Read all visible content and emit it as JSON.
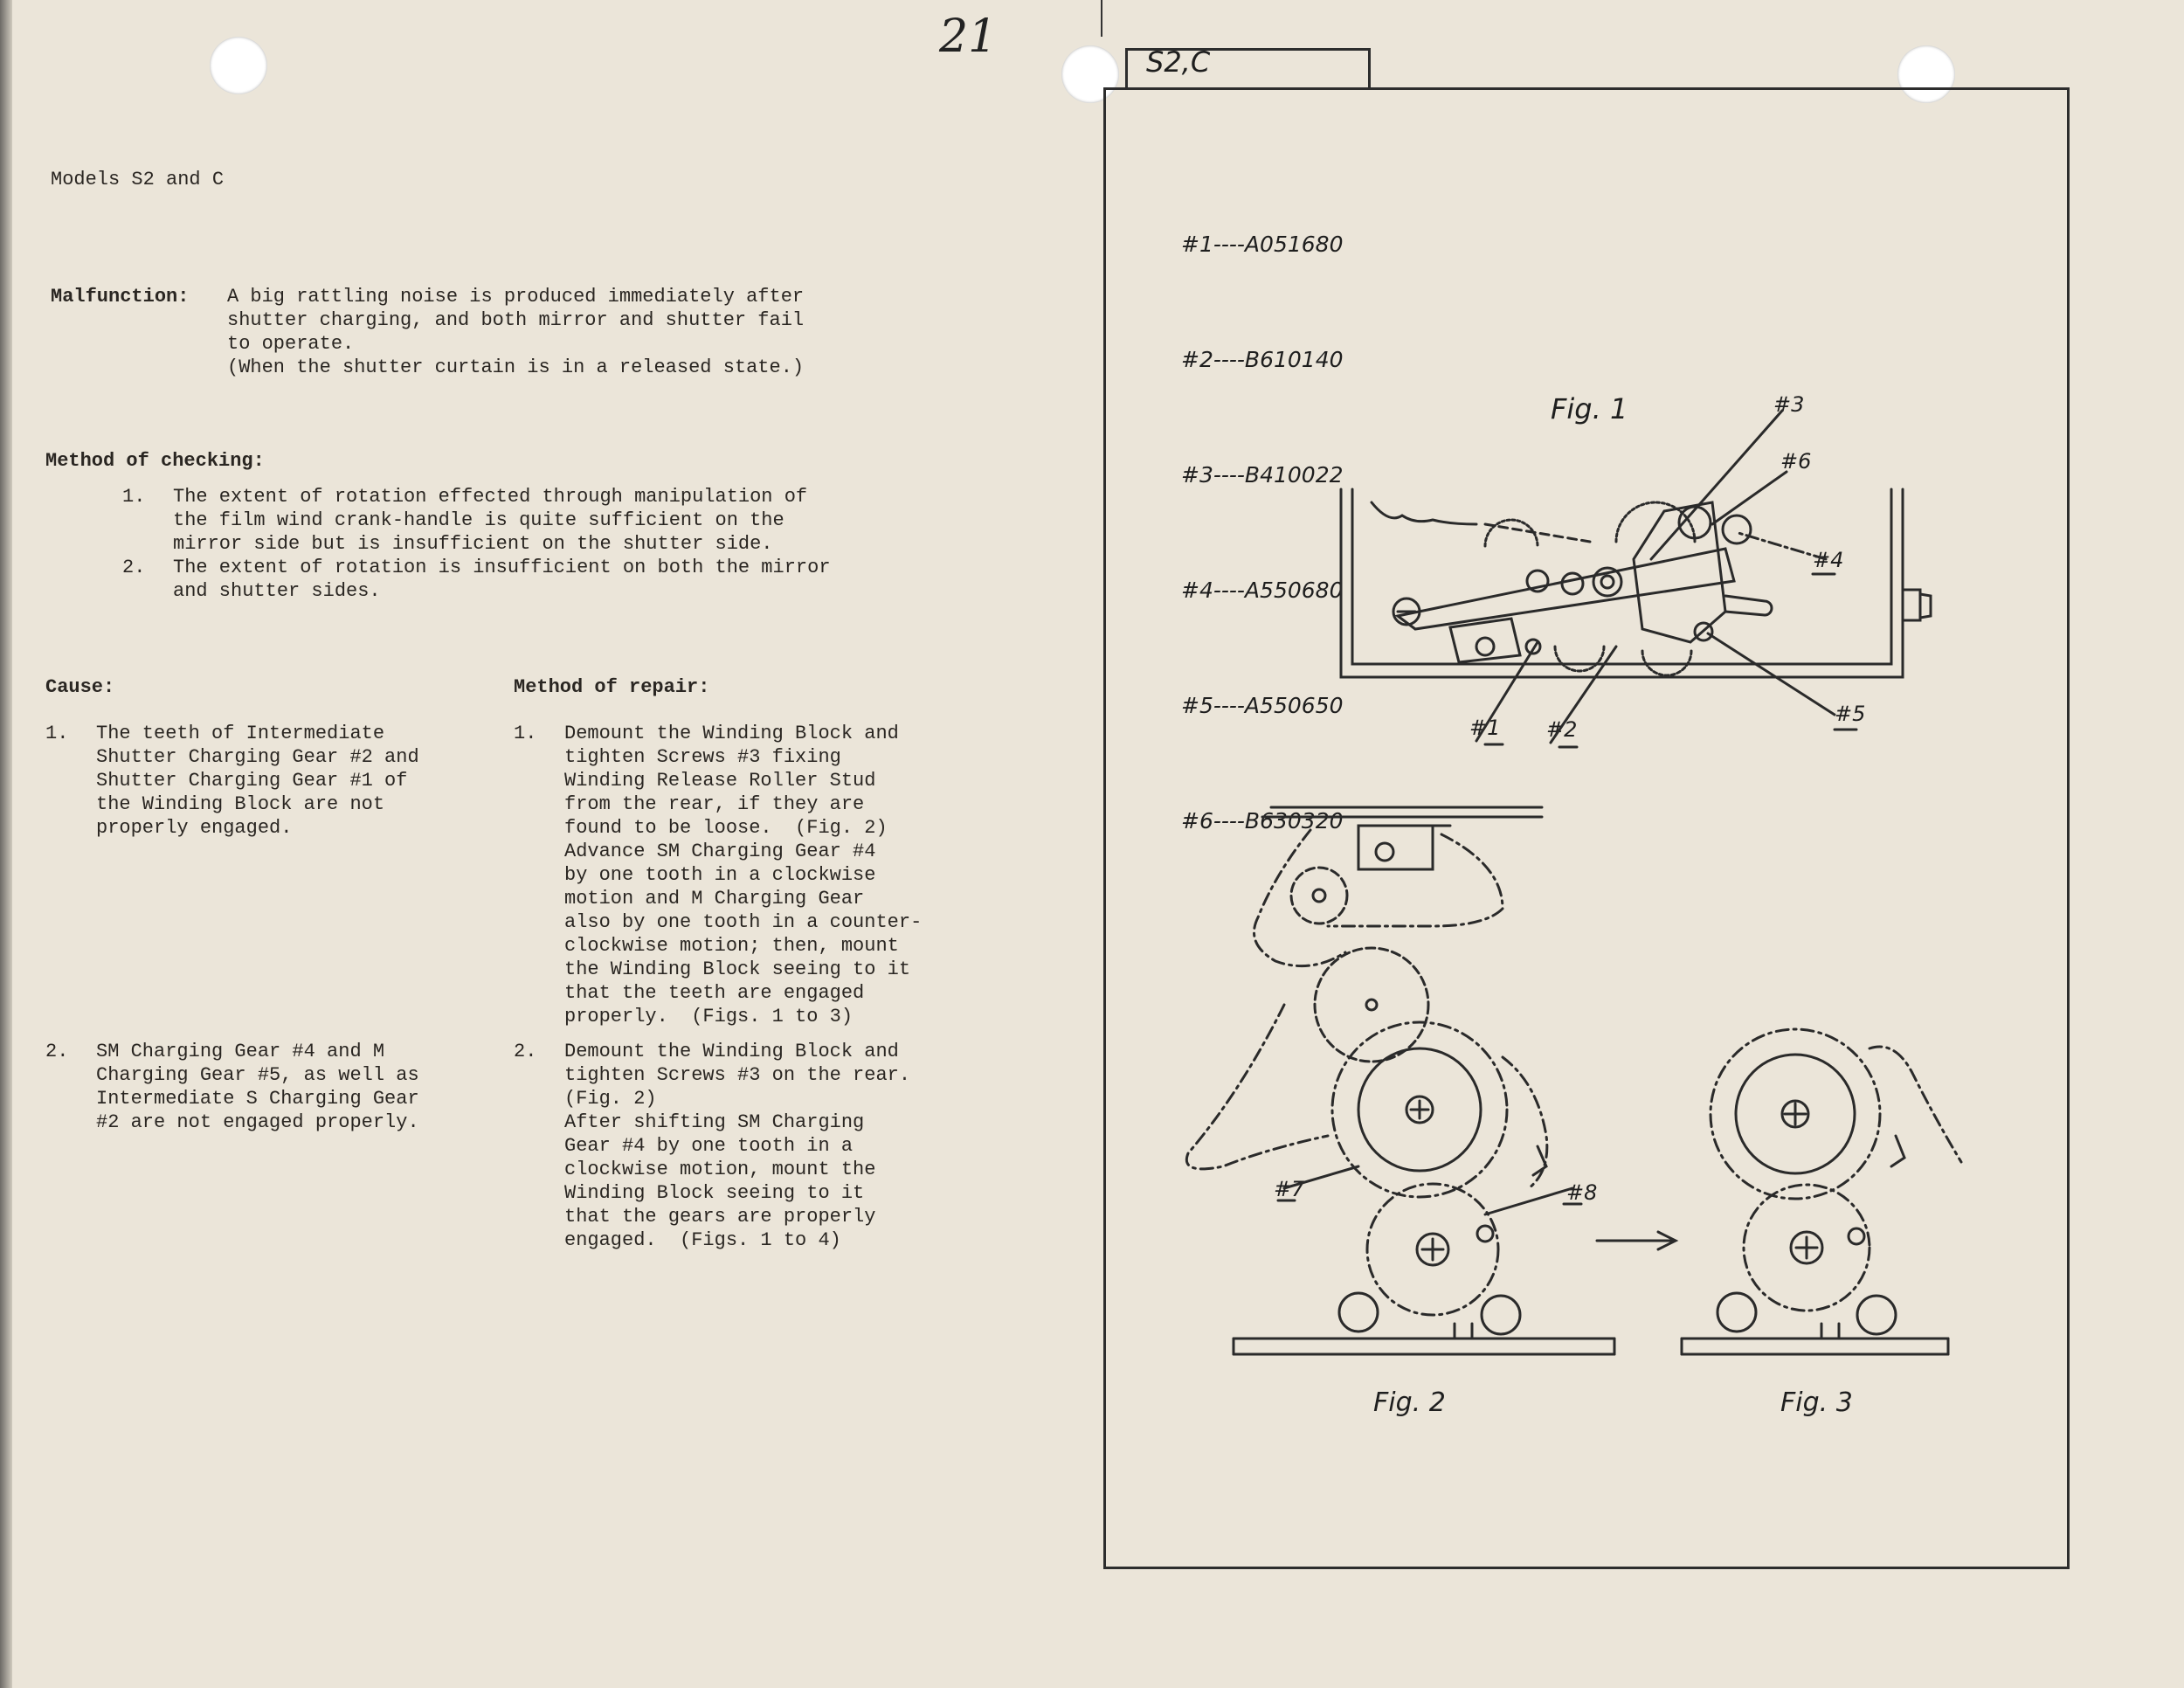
{
  "page_number": "21",
  "models": "Models S2 and C",
  "malfunction": {
    "label": "Malfunction:",
    "lines": [
      "A big rattling noise is produced immediately after",
      "shutter charging, and both mirror and shutter fail",
      "to operate.",
      "(When the shutter curtain is in a released state.)"
    ]
  },
  "checking": {
    "label": "Method of checking:",
    "items": [
      {
        "num": "1.",
        "lines": [
          "The extent of rotation effected through manipulation of",
          "the film wind crank-handle is quite sufficient on the",
          "mirror side but is insufficient on the shutter side."
        ]
      },
      {
        "num": "2.",
        "lines": [
          "The extent of rotation is insufficient on both the mirror",
          "and shutter sides."
        ]
      }
    ]
  },
  "cause": {
    "label": "Cause:",
    "items": [
      {
        "num": "1.",
        "lines": [
          "The teeth of Intermediate",
          "Shutter Charging Gear #2 and",
          "Shutter Charging Gear #1 of",
          "the Winding Block are not",
          "properly engaged."
        ]
      },
      {
        "num": "2.",
        "lines": [
          "SM Charging Gear #4 and M",
          "Charging Gear #5, as well as",
          "Intermediate S Charging Gear",
          "#2 are not engaged properly."
        ]
      }
    ]
  },
  "repair": {
    "label": "Method of repair:",
    "items": [
      {
        "num": "1.",
        "lines": [
          "Demount the Winding Block and",
          "tighten Screws #3 fixing",
          "Winding Release Roller Stud",
          "from the rear, if they are",
          "found to be loose.  (Fig. 2)",
          "Advance SM Charging Gear #4",
          "by one tooth in a clockwise",
          "motion and M Charging Gear",
          "also by one tooth in a counter-",
          "clockwise motion; then, mount",
          "the Winding Block seeing to it",
          "that the teeth are engaged",
          "properly.  (Figs. 1 to 3)"
        ]
      },
      {
        "num": "2.",
        "lines": [
          "Demount the Winding Block and",
          "tighten Screws #3 on the rear.",
          "(Fig. 2)",
          "After shifting SM Charging",
          "Gear #4 by one tooth in a",
          "clockwise motion, mount the",
          "Winding Block seeing to it",
          "that the gears are properly",
          "engaged.  (Figs. 1 to 4)"
        ]
      }
    ]
  },
  "figure_panel": {
    "tab": "S2,C",
    "parts": [
      "#1----A051680",
      "#2----B610140",
      "#3----B410022",
      "#4----A550680",
      "#5----A550650",
      "#6----B630320"
    ],
    "fig1": "Fig. 1",
    "fig2": "Fig. 2",
    "fig3": "Fig. 3",
    "callouts": {
      "c1": "#1",
      "c2": "#2",
      "c3": "#3",
      "c4": "#4",
      "c5": "#5",
      "c6": "#6",
      "c7": "#7",
      "c8": "#8"
    }
  }
}
